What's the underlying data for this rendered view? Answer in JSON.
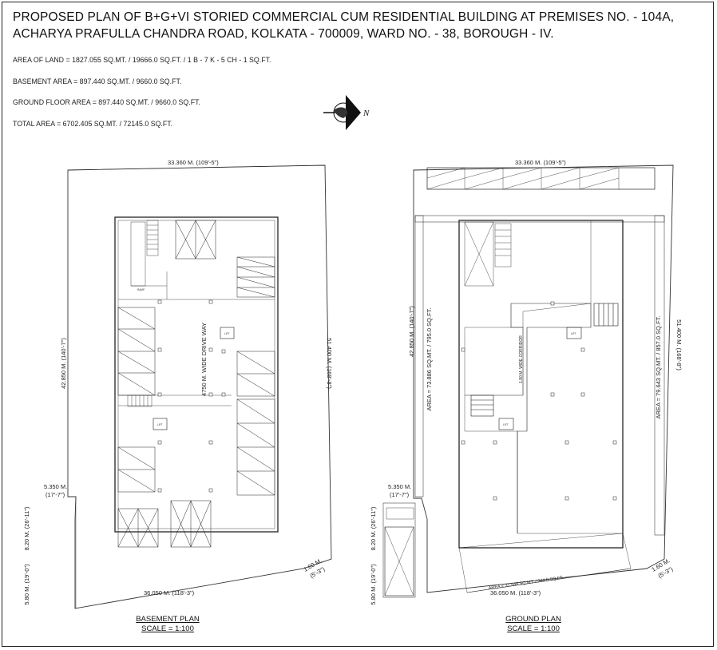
{
  "header": {
    "title_line1": "PROPOSED PLAN OF B+G+VI STORIED COMMERCIAL CUM RESIDENTIAL BUILDING AT PREMISES NO. - 104A,",
    "title_line2": "ACHARYA PRAFULLA CHANDRA ROAD, KOLKATA - 700009, WARD NO. - 38, BOROUGH - IV."
  },
  "areas": [
    "AREA OF LAND = 1827.055 SQ.MT. / 19666.0 SQ.FT. / 1 B - 7 K - 5 CH - 1 SQ.FT.",
    "BASEMENT AREA = 897.440 SQ.MT. / 9660.0 SQ.FT.",
    "GROUND FLOOR AREA  = 897.440 SQ.MT. / 9660.0 SQ.FT.",
    "TOTAL AREA = 6702.405 SQ.MT. / 72145.0 SQ.FT."
  ],
  "north_symbol": {
    "icon": "north-arrow-icon",
    "label": "N"
  },
  "basement_plan": {
    "title": "BASEMENT PLAN",
    "scale": "SCALE = 1:100",
    "dim_top": "33.360 M. (109'-5\")",
    "dim_left": "42.850 M. (140'-7\")",
    "dim_right": "51.400 M. (168'-8\")",
    "dim_step": "5.350 M.",
    "dim_step_ft": "(17'-7\")",
    "dim_left_lower1": "8.20 M. (26'-11\")",
    "dim_left_lower2": "5.80 M. (19'-0\")",
    "dim_bottom": "36.050 M. (118'-3\")",
    "dim_corner": "1.60 M.",
    "dim_corner_ft": "(5'-3\")",
    "drive_way": "4750 M. WIDE DRIVE WAY",
    "lift": "LIFT",
    "ramp_note": "RAMP"
  },
  "ground_plan": {
    "title": "GROUND PLAN",
    "scale": "SCALE = 1:100",
    "dim_top": "33.360 M. (109'-5\")",
    "dim_left": "42.850 M. (140'-7\")",
    "dim_right": "51.400 M. (168'-8\")",
    "area_left": "AREA = 73.886 SQ.MT. / 795.0 SQ.FT.",
    "area_right": "AREA = 79.643 SQ.MT. / 857.0 SQ.FT.",
    "area_bottom": "AREA = 31.948 SQ.MT. / 344.0 SQ.FT.",
    "corridor": "1.80 M. WIDE CORRIDOR",
    "dim_step": "5.350 M.",
    "dim_step_ft": "(17'-7\")",
    "dim_left_lower1": "8.20 M. (26'-11\")",
    "dim_left_lower2": "5.80 M. (19'-0\")",
    "dim_bottom": "36.050 M. (118'-3\")",
    "dim_corner": "1.60 M.",
    "dim_corner_ft": "(5'-3\")",
    "lift": "LIFT"
  }
}
